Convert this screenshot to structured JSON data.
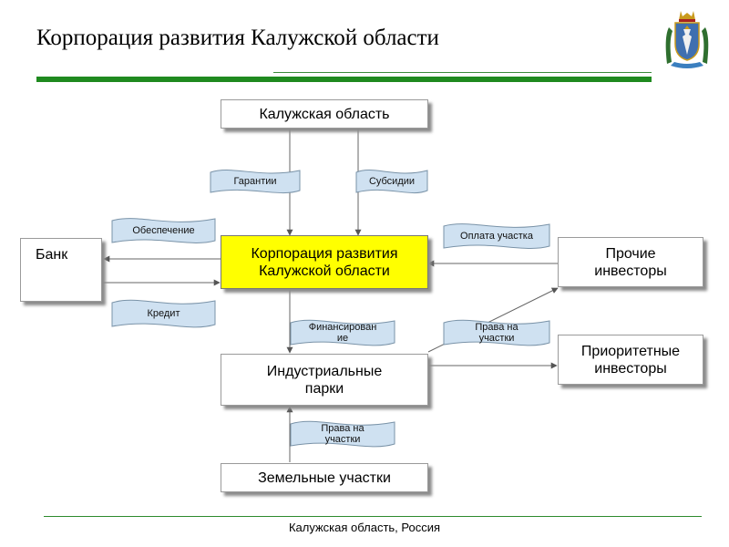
{
  "slide": {
    "title": "Корпорация развития Калужской области",
    "footer": "Калужская область, Россия"
  },
  "colors": {
    "accent_green": "#1f8a1f",
    "highlight_yellow": "#ffff00",
    "flag_fill": "#cfe1f1",
    "arrow": "#555555"
  },
  "crest": {
    "icon": "coat-of-arms-icon"
  },
  "diagram": {
    "nodes": {
      "kaluga_region": "Калужская область",
      "bank": "Банк",
      "corporation": "Корпорация развития\nКалужской области",
      "other_investors": "Прочие\nинвесторы",
      "priority_investors": "Приоритетные\nинвесторы",
      "industrial_parks": "Индустриальные\nпарки",
      "land_plots": "Земельные участки"
    },
    "flows": {
      "guarantees": "Гарантии",
      "subsidies": "Субсидии",
      "collateral": "Обеспечение",
      "plot_payment": "Оплата участка",
      "credit": "Кредит",
      "financing": "Финансирован\nие",
      "plot_rights_investors": "Права на\nучастки",
      "plot_rights_parks": "Права на\nучастки"
    }
  }
}
